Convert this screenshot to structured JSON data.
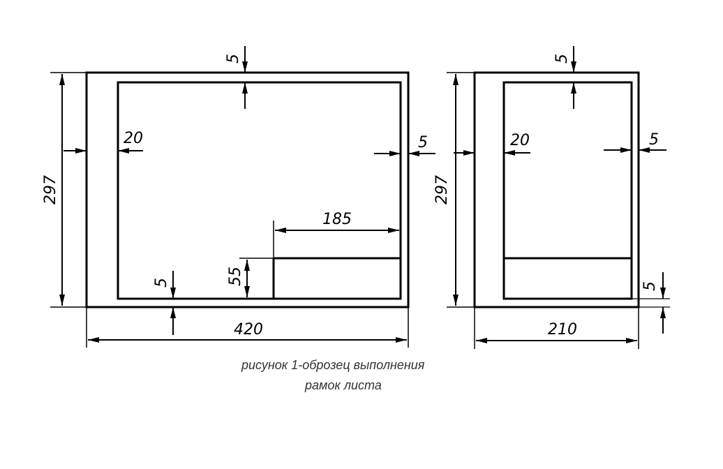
{
  "caption": {
    "line1": "рисунок 1-оброзец выполнения",
    "line2": "рамок листа"
  },
  "sheet_a3": {
    "height_label": "297",
    "width_label": "420",
    "left_margin_label": "20",
    "top_margin_label": "5",
    "right_margin_label": "5",
    "bottom_margin_label": "5",
    "title_block_width_label": "185",
    "title_block_height_label": "55"
  },
  "sheet_a4": {
    "height_label": "297",
    "width_label": "210",
    "left_margin_label": "20",
    "top_margin_label": "5",
    "right_margin_label": "5",
    "bottom_margin_label": "5"
  },
  "colors": {
    "line": "#000000",
    "caption": "#333333"
  }
}
